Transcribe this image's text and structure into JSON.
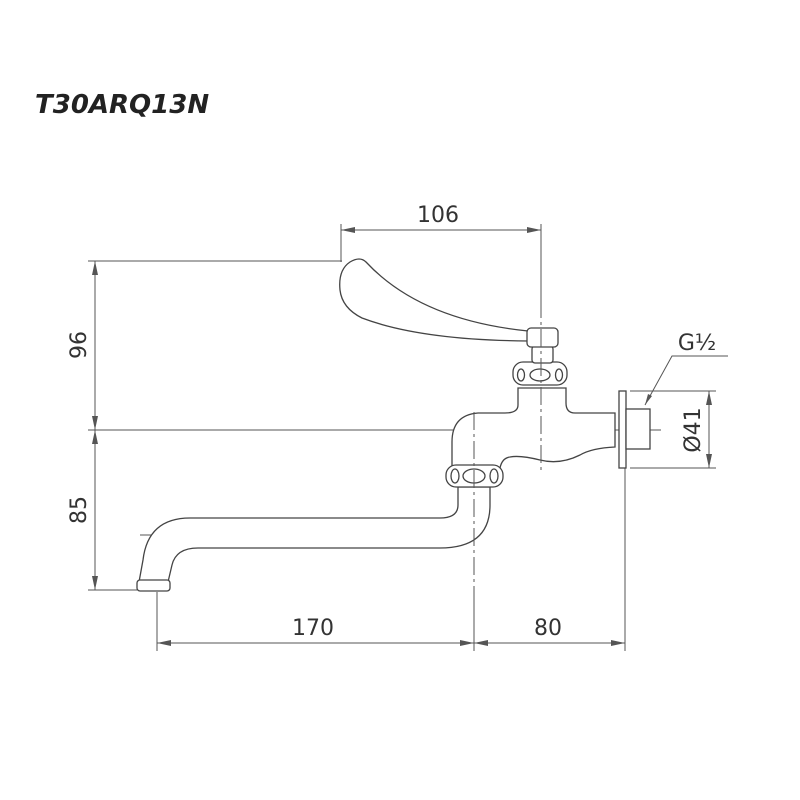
{
  "title": "T30ARQ13N",
  "dimensions": {
    "handle_width": "106",
    "handle_height": "96",
    "spout_drop": "85",
    "spout_reach": "170",
    "body_projection": "80",
    "flange_diameter": "Ø41",
    "thread": "G½"
  }
}
